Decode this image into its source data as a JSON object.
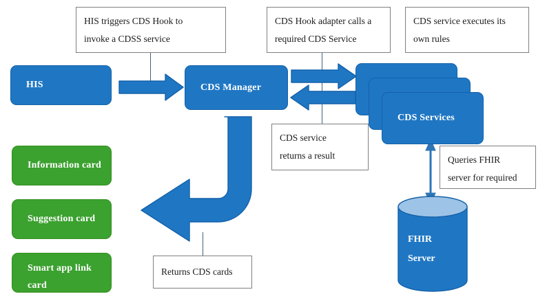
{
  "diagram": {
    "title": "CDS Hooks architecture flow",
    "colors": {
      "process_blue": "#1f77c4",
      "process_blue_border": "#1461a8",
      "card_green": "#3ba12f",
      "card_green_border": "#34901f",
      "arrow_fill": "#1f77c4",
      "arrow_stroke": "#1461a8",
      "note_border": "#7f7f7f",
      "leader_line": "#3f5f78",
      "cylinder_top": "#9dc3e6",
      "text_dark": "#1a1a1a",
      "text_light": "#ffffff"
    }
  },
  "notes": [
    {
      "id": "note-his-trigger",
      "text": "HIS triggers CDS Hook to\ninvoke a CDSS service"
    },
    {
      "id": "note-hook-adapter",
      "text": "CDS Hook adapter calls a\nrequired CDS Service"
    },
    {
      "id": "note-service-rules",
      "text": "CDS service executes its\nown rules"
    },
    {
      "id": "note-service-result",
      "text": "CDS service\nreturns a result"
    },
    {
      "id": "note-queries-fhir",
      "text": "Queries FHIR\nserver for required"
    },
    {
      "id": "note-returns-cards",
      "text": "Returns CDS cards"
    }
  ],
  "nodes": {
    "his": {
      "label": "HIS"
    },
    "cds_manager": {
      "label": "CDS Manager"
    },
    "cds_services": {
      "label": "CDS Services",
      "stack_count": 3
    },
    "fhir_server": {
      "label_line1": "FHIR",
      "label_line2": "Server"
    }
  },
  "cards": [
    {
      "id": "information-card",
      "label": "Information card"
    },
    {
      "id": "suggestion-card",
      "label": "Suggestion card"
    },
    {
      "id": "smart-app-link-card",
      "label": "Smart app link\ncard"
    }
  ],
  "arrows": [
    {
      "id": "his-to-manager",
      "direction": "right"
    },
    {
      "id": "manager-to-services",
      "direction": "right"
    },
    {
      "id": "services-to-manager",
      "direction": "left"
    },
    {
      "id": "manager-to-cards",
      "direction": "curved-left"
    },
    {
      "id": "services-fhir-bidirectional",
      "direction": "up-down"
    }
  ]
}
